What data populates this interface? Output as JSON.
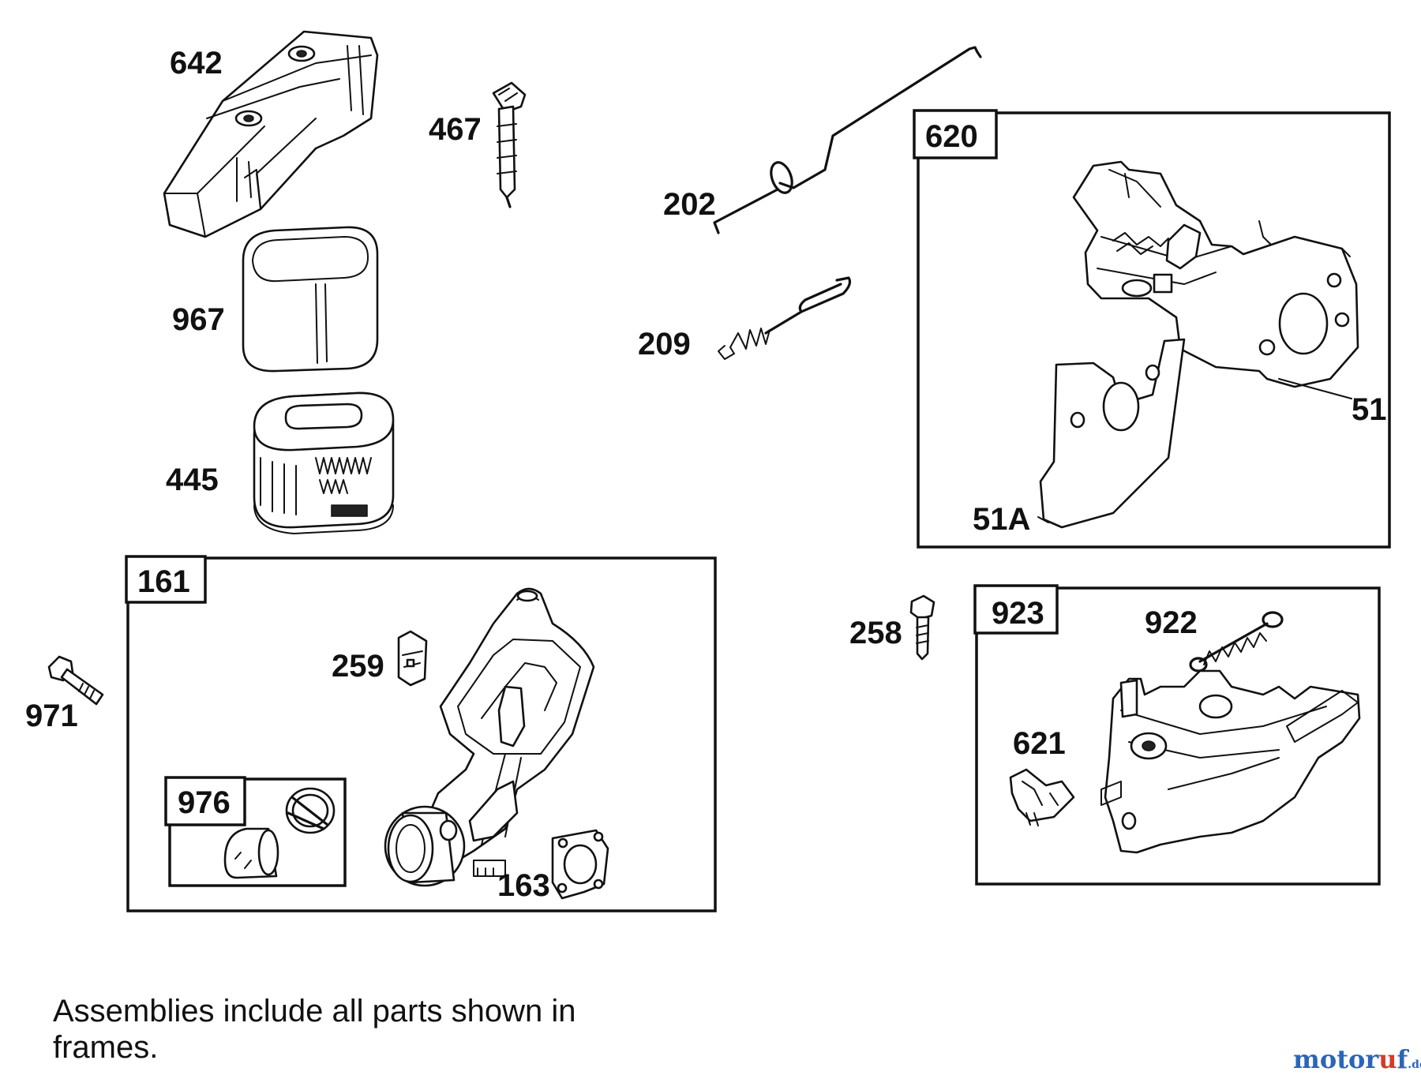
{
  "part_labels": {
    "p642": "642",
    "p467": "467",
    "p202": "202",
    "p620": "620",
    "p967": "967",
    "p209": "209",
    "p51": "51",
    "p445": "445",
    "p51a": "51A",
    "p161": "161",
    "p259": "259",
    "p971": "971",
    "p258": "258",
    "p923": "923",
    "p922": "922",
    "p621": "621",
    "p976": "976",
    "p163": "163"
  },
  "note": "Assemblies include all parts shown in frames.",
  "watermark": {
    "main": "motor",
    "accent": "u",
    "tail": "f",
    "suffix": ".de"
  },
  "colors": {
    "ink": "#111111",
    "background": "#ffffff",
    "watermark_blue": "#2a66b8",
    "watermark_red": "#d83a2a"
  }
}
